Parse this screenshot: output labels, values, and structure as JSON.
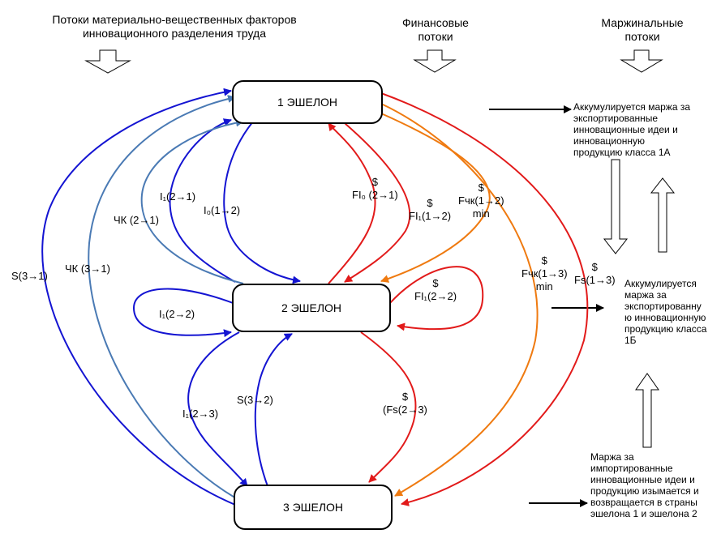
{
  "headers": {
    "material": "Потоки материально-вещественных факторов\nинновационного разделения труда",
    "financial": "Финансовые\nпотоки",
    "marginal": "Маржинальные\nпотоки"
  },
  "echelons": {
    "e1": "1 ЭШЕЛОН",
    "e2": "2 ЭШЕЛОН",
    "e3": "3 ЭШЕЛОН"
  },
  "notes": {
    "n1": "Аккумулируется маржа за\nэкспортированные\nинновационные идеи и\nинновационную\nпродукцию класса 1А",
    "n2": "Аккумулируется\nмаржа за\nэкспортированну\nю инновационную\nпродукцию класса\n1Б",
    "n3": "Маржа за\nимпортированные\nинновационные идеи и\nпродукцию изымается и\nвозвращается в страны\nэшелона 1 и эшелона 2"
  },
  "labels": {
    "s31": "S(3→1)",
    "chk31": "ЧК (3→1)",
    "chk21": "ЧК (2→1)",
    "i1_21": "I₁(2→1)",
    "i0_12": "I₀(1→2)",
    "i1_22": "I₁(2→2)",
    "i1_23": "I₁(2→3)",
    "s32": "S(3→2)",
    "fi0_21": "$\nFI₀ (2→1)",
    "fi1_12": "$\nFI₁(1→2)",
    "fchk12": "$\nFчк(1→2)\nmin",
    "fi1_22": "$\nFI₁(2→2)",
    "fchk13": "$\nFчк(1→3)\nmin",
    "fs13": "$\nFs(1→3)",
    "fs23": "$\n(Fs(2→3)"
  },
  "colors": {
    "blue": "#1414d2",
    "steel": "#4a7ab4",
    "red": "#e21a1a",
    "orange": "#ef7a10",
    "black": "#000000"
  }
}
